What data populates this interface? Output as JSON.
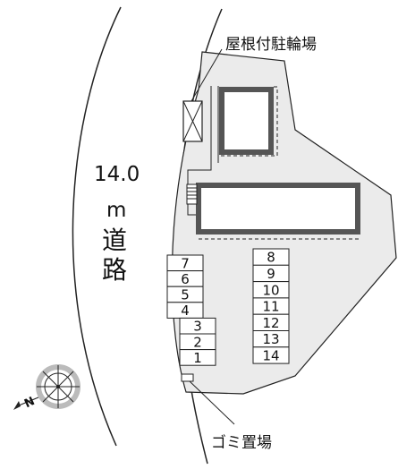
{
  "road": {
    "width_label": "14.0",
    "unit_label": "m",
    "name_line1": "道",
    "name_line2": "路"
  },
  "labels": {
    "bike_parking": "屋根付駐輪場",
    "garbage": "ゴミ置場"
  },
  "compass": {
    "letter": "N"
  },
  "parking_left": [
    "7",
    "6",
    "5",
    "4",
    "3",
    "2",
    "1"
  ],
  "parking_right": [
    "8",
    "9",
    "10",
    "11",
    "12",
    "13",
    "14"
  ],
  "colors": {
    "lot_fill": "#ebebeb",
    "building_wall": "#555555",
    "line": "#222222"
  }
}
